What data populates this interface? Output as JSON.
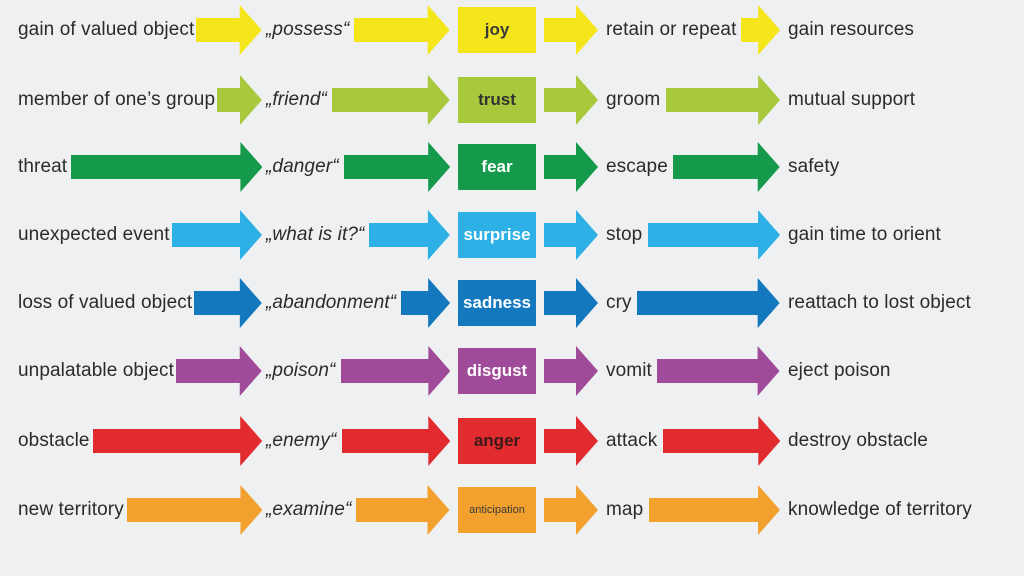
{
  "rows": [
    {
      "stimulus": "gain of valued object",
      "cognition": "„possess“",
      "emotion": "joy",
      "behavior": "retain or repeat",
      "effect": "gain resources",
      "color": "#f5e51b",
      "text_color": "#3a3a3a"
    },
    {
      "stimulus": "member of one’s group",
      "cognition": "„friend“",
      "emotion": "trust",
      "behavior": "groom",
      "effect": "mutual support",
      "color": "#a8c93b",
      "text_color": "#333333"
    },
    {
      "stimulus": "threat",
      "cognition": "„danger“",
      "emotion": "fear",
      "behavior": "escape",
      "effect": "safety",
      "color": "#149a4a",
      "text_color": "#ffffff"
    },
    {
      "stimulus": "unexpected event",
      "cognition": "„what is it?“",
      "emotion": "surprise",
      "behavior": "stop",
      "effect": "gain time to orient",
      "color": "#2db0e5",
      "text_color": "#ffffff"
    },
    {
      "stimulus": "loss of valued object",
      "cognition": "„abandonment“",
      "emotion": "sadness",
      "behavior": "cry",
      "effect": "reattach to lost object",
      "color": "#1478bf",
      "text_color": "#ffffff"
    },
    {
      "stimulus": "unpalatable object",
      "cognition": "„poison“",
      "emotion": "disgust",
      "behavior": "vomit",
      "effect": "eject poison",
      "color": "#a04a9a",
      "text_color": "#ffffff"
    },
    {
      "stimulus": "obstacle",
      "cognition": "„enemy“",
      "emotion": "anger",
      "behavior": "attack",
      "effect": "destroy obstacle",
      "color": "#e22b2e",
      "text_color": "#3a1a1a"
    },
    {
      "stimulus": "new territory",
      "cognition": "„examine“",
      "emotion": "anticipation",
      "behavior": "map",
      "effect": "knowledge of territory",
      "color": "#f2a12f",
      "text_color": "#3a3a3a"
    }
  ]
}
